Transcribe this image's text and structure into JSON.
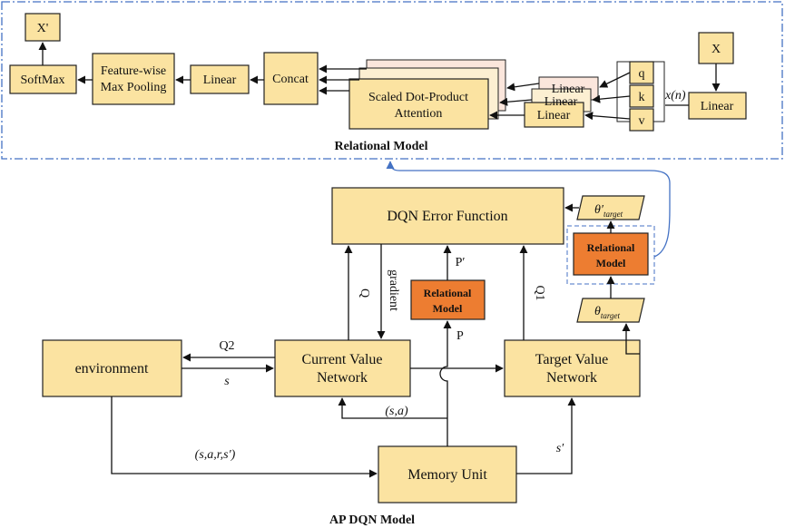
{
  "relational_model": {
    "caption": "Relational Model",
    "x_prime": "X'",
    "softmax": "SoftMax",
    "pooling_line1": "Feature-wise",
    "pooling_line2": "Max Pooling",
    "linear": "Linear",
    "concat": "Concat",
    "attention_line1": "Scaled Dot-Product",
    "attention_line2": "Attention",
    "q": "q",
    "k": "k",
    "v": "v",
    "x_input": "X",
    "x_n": "x(n)"
  },
  "ap_dqn": {
    "caption": "AP DQN Model",
    "error_function": "DQN Error Function",
    "relational_line1": "Relational",
    "relational_line2": "Model",
    "theta_target_prime": "θ′",
    "theta_target": "θ",
    "target_sub": "target",
    "environment": "environment",
    "current_line1": "Current Value",
    "current_line2": "Network",
    "target_line1": "Target Value",
    "target_line2": "Network",
    "memory_unit": "Memory Unit",
    "label_q2": "Q2",
    "label_s": "s",
    "label_q": "Q",
    "label_gradient": "gradient",
    "label_p_prime": "P′",
    "label_p": "P",
    "label_q1": "Q1",
    "label_sa": "(s,a)",
    "label_sars": "(s,a,r,s′)",
    "label_s_prime": "s′"
  }
}
